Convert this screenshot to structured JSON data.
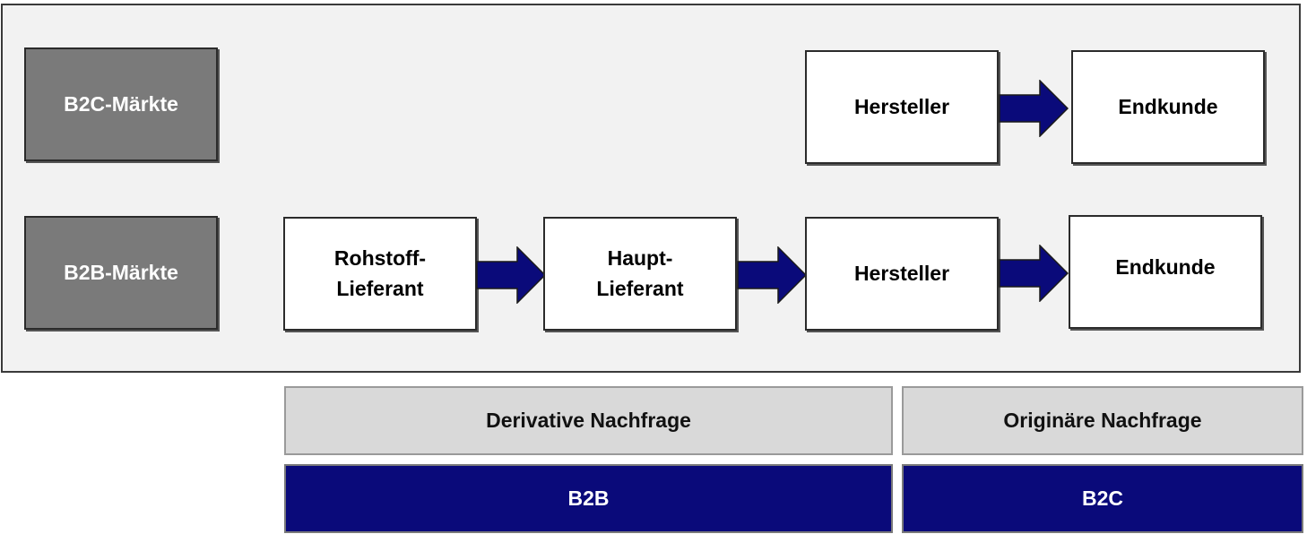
{
  "diagram": {
    "markets": {
      "b2c_label": "B2C-Märkte",
      "b2b_label": "B2B-Märkte"
    },
    "b2c_chain": {
      "manufacturer": "Hersteller",
      "end_customer": "Endkunde"
    },
    "b2b_chain": {
      "raw_material_supplier": "Rohstoff-\nLieferant",
      "main_supplier": "Haupt-\nLieferant",
      "manufacturer": "Hersteller",
      "end_customer": "Endkunde"
    },
    "demand": {
      "derivative": "Derivative Nachfrage",
      "original": "Originäre Nachfrage"
    },
    "sectors": {
      "b2b": "B2B",
      "b2c": "B2C"
    },
    "colors": {
      "arrow_fill": "#0a0a7a",
      "market_fill": "#7a7a7a",
      "panel_fill": "#f2f2f2",
      "demand_fill": "#d9d9d9",
      "sector_fill": "#0a0a7a"
    }
  }
}
